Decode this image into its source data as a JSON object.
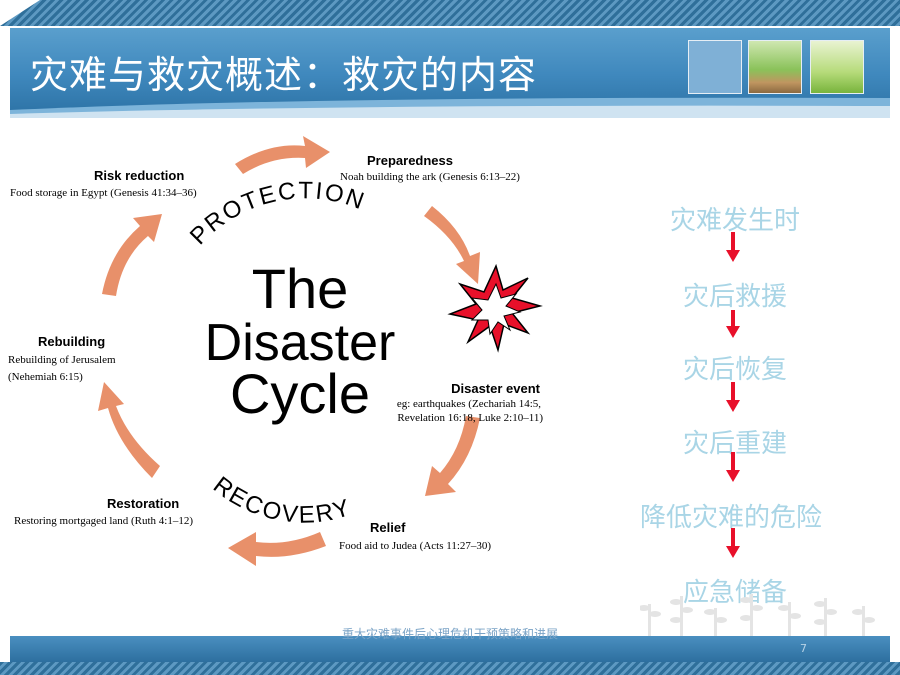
{
  "slide": {
    "title": "灾难与救灾概述：救灾的内容",
    "footer": "重大灾难事件后心理危机干预策略和进展",
    "page_number": "7"
  },
  "diagram": {
    "center_lines": [
      "The",
      "Disaster",
      "Cycle"
    ],
    "arc_top": "PROTECTION",
    "arc_bottom": "RECOVERY",
    "nodes": [
      {
        "heading": "Preparedness",
        "lines": [
          "Noah building the ark (Genesis 6:13–22)"
        ]
      },
      {
        "heading": "Disaster event",
        "lines": [
          "eg: earthquakes (Zechariah 14:5,",
          "Revelation 16:18, Luke 2:10–11)"
        ]
      },
      {
        "heading": "Relief",
        "lines": [
          "Food aid to Judea (Acts 11:27–30)"
        ]
      },
      {
        "heading": "Restoration",
        "lines": [
          "Restoring mortgaged land (Ruth 4:1–12)"
        ]
      },
      {
        "heading": "Rebuilding",
        "lines": [
          "Rebuilding of Jerusalem",
          "(Nehemiah 6:15)"
        ]
      },
      {
        "heading": "Risk reduction",
        "lines": [
          "Food storage in Egypt (Genesis 41:34–36)"
        ]
      }
    ]
  },
  "flow": {
    "steps": [
      "灾难发生时",
      "灾后救援",
      "灾后恢复",
      "灾后重建",
      "降低灾难的危险",
      "应急储备"
    ]
  },
  "colors": {
    "header_blue": "#3f88bd",
    "flow_text": "#a9d5e6",
    "arrow_red": "#e8102a",
    "cycle_arrow": "#e8906a"
  }
}
